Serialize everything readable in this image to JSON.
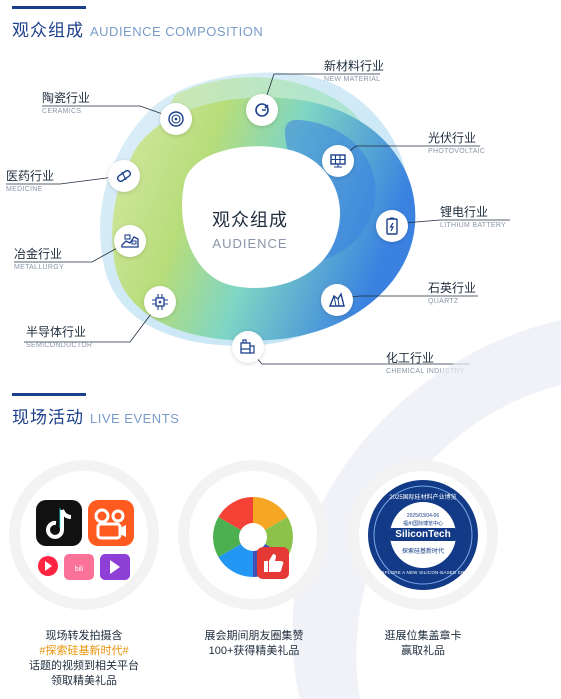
{
  "composition": {
    "title_cn": "观众组成",
    "title_en": "AUDIENCE COMPOSITION",
    "center_cn": "观众组成",
    "center_en": "AUDIENCE",
    "industries": [
      {
        "cn": "新材料行业",
        "en": "NEW MATERIAL",
        "icon": "new-material-icon"
      },
      {
        "cn": "光伏行业",
        "en": "PHOTOVOLTAIC",
        "icon": "solar-panel-icon"
      },
      {
        "cn": "锂电行业",
        "en": "LITHIUM BATTERY",
        "icon": "battery-icon"
      },
      {
        "cn": "石英行业",
        "en": "QUARTZ",
        "icon": "quartz-icon"
      },
      {
        "cn": "化工行业",
        "en": "CHEMICAL INDUSTRY",
        "icon": "chemical-icon"
      },
      {
        "cn": "半导体行业",
        "en": "SEMICONDUCTOR",
        "icon": "chip-icon"
      },
      {
        "cn": "冶金行业",
        "en": "METALLURGY",
        "icon": "metallurgy-icon"
      },
      {
        "cn": "医药行业",
        "en": "MEDICINE",
        "icon": "pill-icon"
      },
      {
        "cn": "陶瓷行业",
        "en": "CERAMICS",
        "icon": "ceramics-icon"
      }
    ]
  },
  "events": {
    "title_cn": "现场活动",
    "title_en": "LIVE EVENTS",
    "items": [
      {
        "line1": "现场转发拍摄含",
        "line2": "#探索硅基新时代#",
        "line3": "话题的视频到相关平台",
        "line4": "领取精美礼品",
        "icons": [
          "douyin-icon",
          "kuaishou-icon",
          "weibo-video-icon",
          "bilibili-icon",
          "video-play-icon"
        ]
      },
      {
        "line1": "展会期间朋友圈集赞",
        "line2": "100+获得精美礼品",
        "icons": [
          "moments-icon",
          "thumbs-up-icon"
        ]
      },
      {
        "line1": "逛展位集盖章卡",
        "line2": "赢取礼品",
        "badge": {
          "brand": "SiliconTech",
          "ring_text": "2025国际硅材料产业博览会",
          "date": "2025/03/04-06",
          "venue": "福州国际博览中心",
          "slogan_cn": "探索硅基新时代",
          "slogan_en": "EXPLORE A NEW SILICON-BASED ERA"
        }
      }
    ]
  },
  "colors": {
    "accent": "#1b3f8b",
    "highlight": "#e8940b",
    "blob_green": "#b7dd7a",
    "blob_blue": "#3b82e0",
    "blob_teal": "#7fd6c4"
  }
}
